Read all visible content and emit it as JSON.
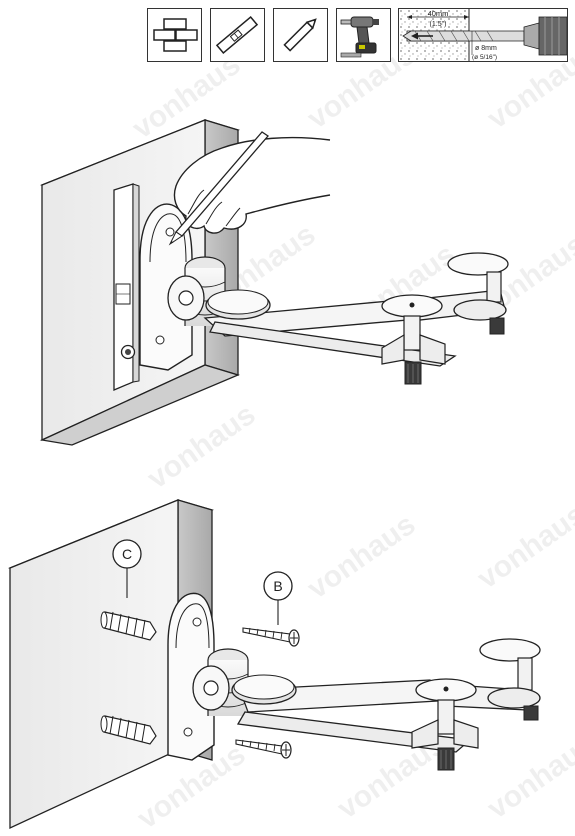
{
  "tools": {
    "items": [
      {
        "name": "wall-plug-icon"
      },
      {
        "name": "spirit-level-icon"
      },
      {
        "name": "pencil-icon"
      },
      {
        "name": "drill-icon"
      }
    ],
    "drill_spec": {
      "depth_metric": "40mm",
      "depth_imperial": "(1.5\")",
      "diameter_metric": "ø 8mm",
      "diameter_imperial": "(ø 5/16\")"
    }
  },
  "callouts": {
    "b": "B",
    "c": "C"
  },
  "watermark": "vonhaus",
  "colors": {
    "line": "#222222",
    "wall_face": "#ededed",
    "wall_side": "#bdbdbd",
    "metal": "#f4f4f4",
    "dark": "#3a3a3a"
  }
}
